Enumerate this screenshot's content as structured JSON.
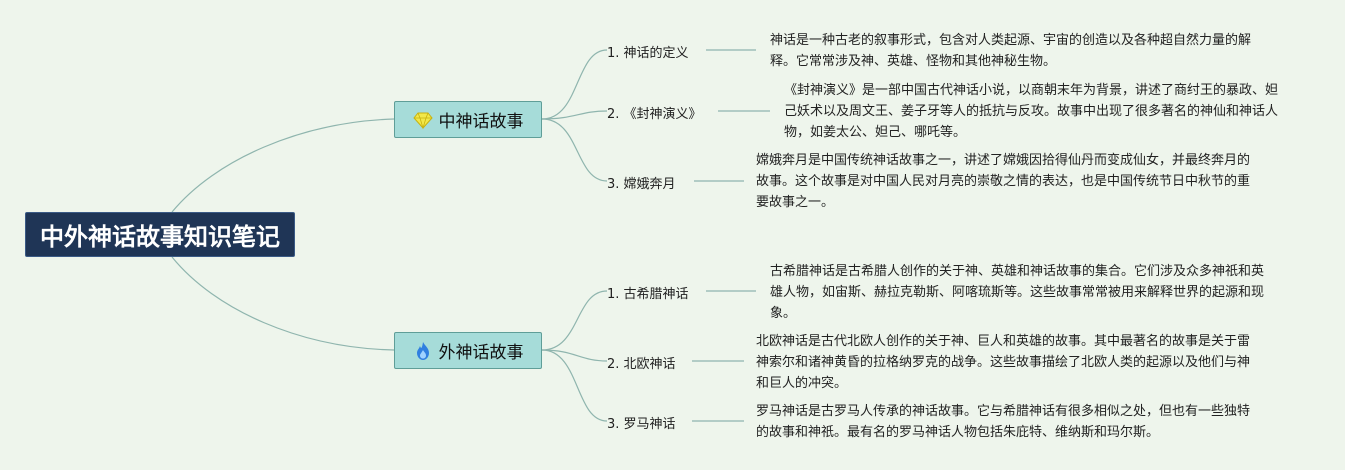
{
  "root": {
    "title": "中外神话故事知识笔记"
  },
  "branches": [
    {
      "label": "中神话故事",
      "icon": "gem-icon",
      "color": "#a6dcd9",
      "topics": [
        {
          "label": "1. 神话的定义",
          "desc": "神话是一种古老的叙事形式，包含对人类起源、宇宙的创造以及各种超自然力量的解释。它常常涉及神、英雄、怪物和其他神秘生物。"
        },
        {
          "label": "2. 《封神演义》",
          "desc": "《封神演义》是一部中国古代神话小说，以商朝末年为背景，讲述了商纣王的暴政、妲己妖术以及周文王、姜子牙等人的抵抗与反攻。故事中出现了很多著名的神仙和神话人物，如姜太公、妲己、哪吒等。"
        },
        {
          "label": "3. 嫦娥奔月",
          "desc": "嫦娥奔月是中国传统神话故事之一，讲述了嫦娥因拾得仙丹而变成仙女，并最终奔月的故事。这个故事是对中国人民对月亮的崇敬之情的表达，也是中国传统节日中秋节的重要故事之一。"
        }
      ]
    },
    {
      "label": "外神话故事",
      "icon": "flame-icon",
      "color": "#a6dcd9",
      "topics": [
        {
          "label": "1. 古希腊神话",
          "desc": "古希腊神话是古希腊人创作的关于神、英雄和神话故事的集合。它们涉及众多神祇和英雄人物，如宙斯、赫拉克勒斯、阿喀琉斯等。这些故事常常被用来解释世界的起源和现象。"
        },
        {
          "label": "2. 北欧神话",
          "desc": "北欧神话是古代北欧人创作的关于神、巨人和英雄的故事。其中最著名的故事是关于雷神索尔和诸神黄昏的拉格纳罗克的战争。这些故事描绘了北欧人类的起源以及他们与神和巨人的冲突。"
        },
        {
          "label": "3. 罗马神话",
          "desc": "罗马神话是古罗马人传承的神话故事。它与希腊神话有很多相似之处，但也有一些独特的故事和神祇。最有名的罗马神话人物包括朱庇特、维纳斯和玛尔斯。"
        }
      ]
    }
  ]
}
